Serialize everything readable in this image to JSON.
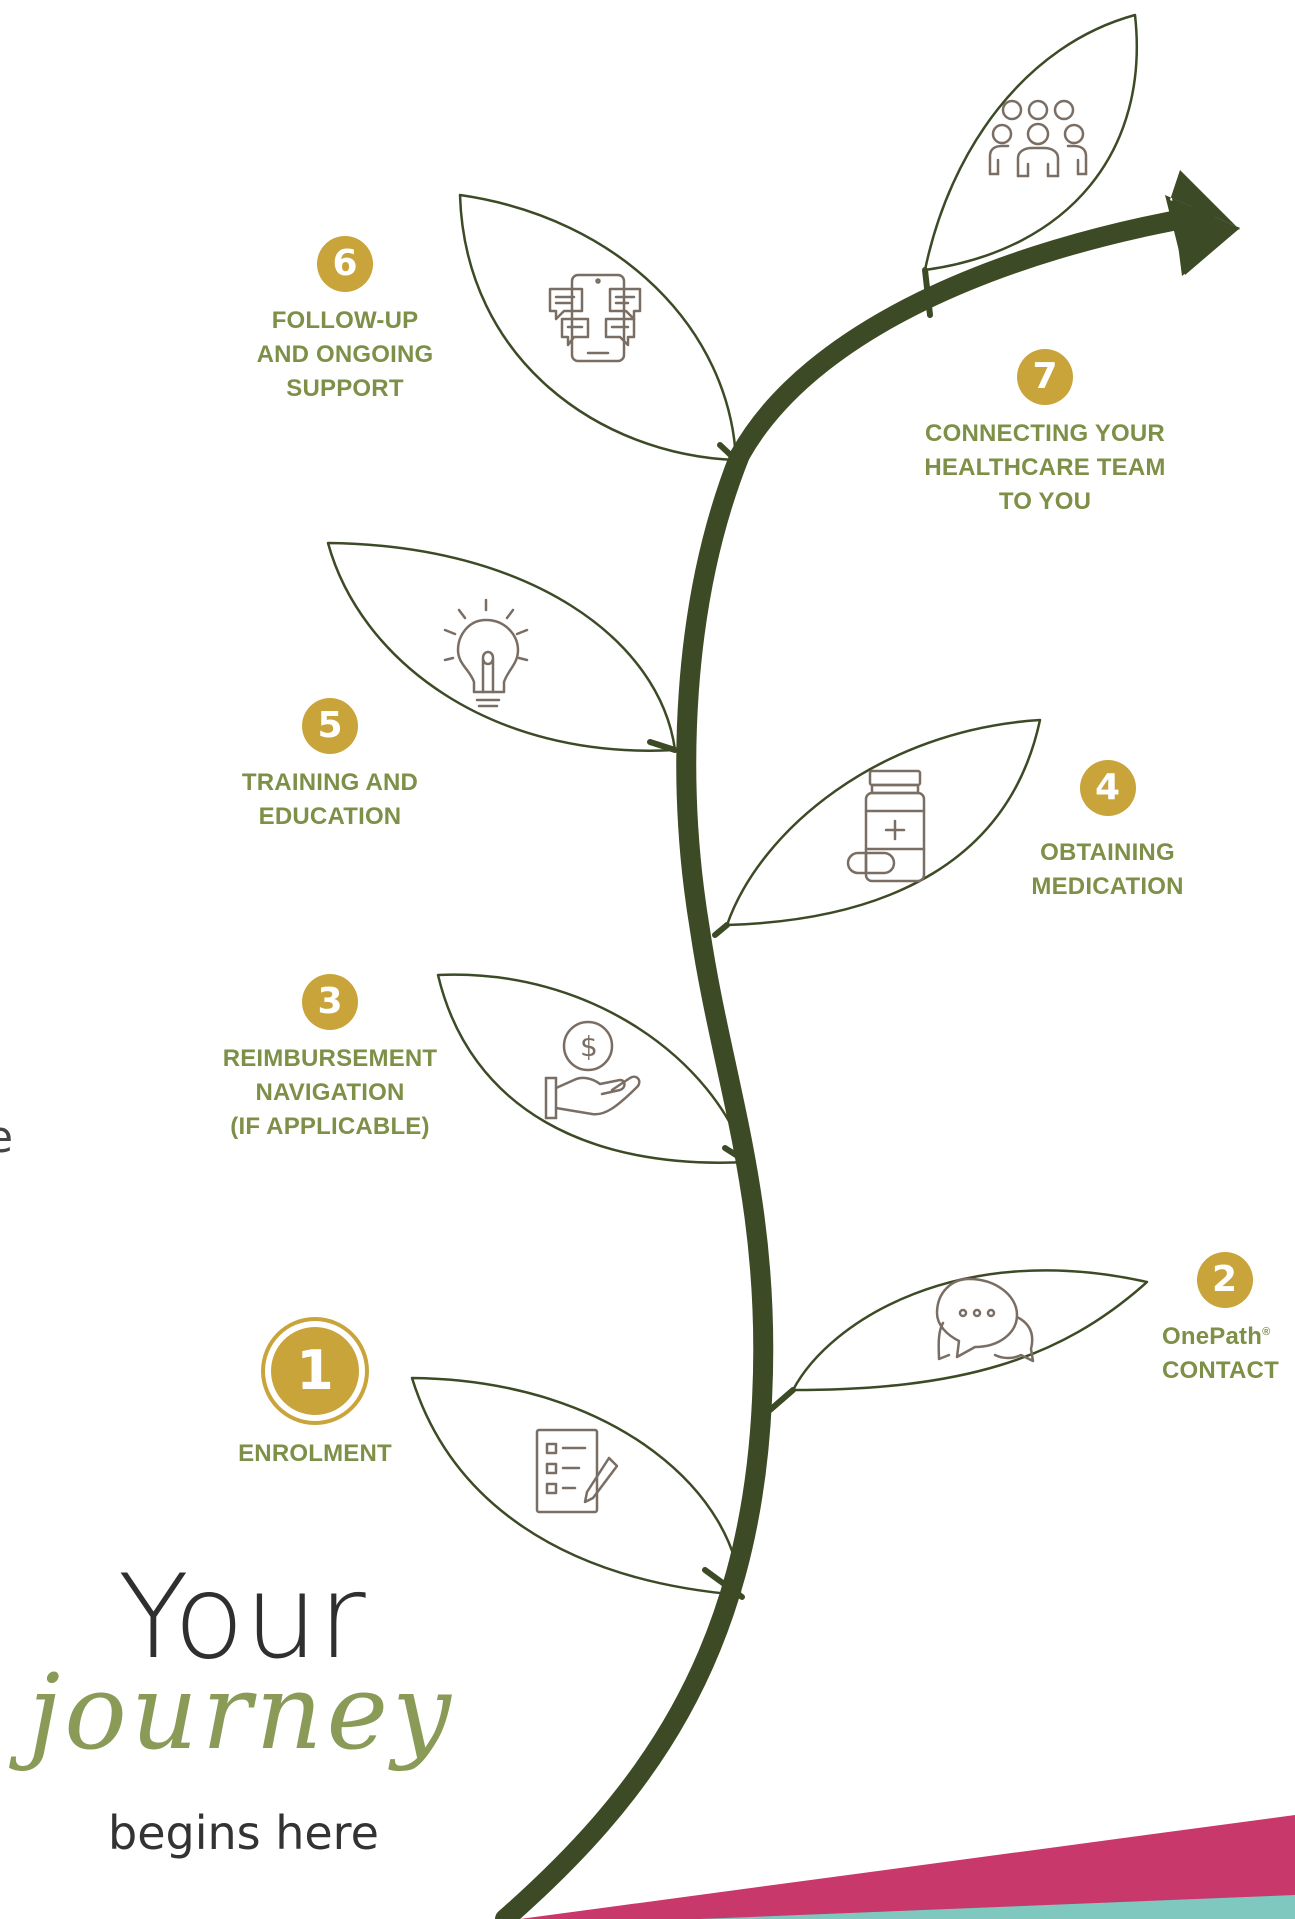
{
  "colors": {
    "stem": "#3c4a25",
    "gold": "#c9a43a",
    "label": "#7e8f47",
    "icon": "#7a6e64",
    "accent_pink": "#c8386a",
    "accent_teal": "#7fc8c0"
  },
  "title": {
    "line1": "Your",
    "line2": "journey",
    "line3": "begins here"
  },
  "edge_fragment": "e",
  "steps": [
    {
      "number": "1",
      "lines": [
        "ENROLMENT"
      ],
      "icon": "checklist-icon"
    },
    {
      "number": "2",
      "lines": [
        "OnePath",
        "CONTACT"
      ],
      "trademark": "®",
      "icon": "chat-bubbles-icon"
    },
    {
      "number": "3",
      "lines": [
        "REIMBURSEMENT",
        "NAVIGATION",
        "(IF APPLICABLE)"
      ],
      "icon": "hand-coin-icon"
    },
    {
      "number": "4",
      "lines": [
        "OBTAINING",
        "MEDICATION"
      ],
      "icon": "medicine-bottle-icon"
    },
    {
      "number": "5",
      "lines": [
        "TRAINING AND",
        "EDUCATION"
      ],
      "icon": "lightbulb-icon"
    },
    {
      "number": "6",
      "lines": [
        "FOLLOW-UP",
        "AND ONGOING",
        "SUPPORT"
      ],
      "icon": "phone-messages-icon"
    },
    {
      "number": "7",
      "lines": [
        "CONNECTING YOUR",
        "HEALTHCARE TEAM",
        "TO YOU"
      ],
      "icon": "team-icon"
    }
  ]
}
